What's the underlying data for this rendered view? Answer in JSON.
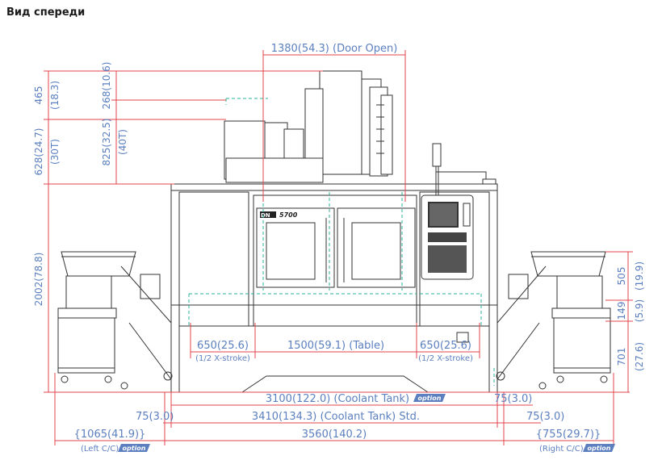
{
  "title": "Вид спереди",
  "brand": {
    "logo": "DN",
    "model": "5700"
  },
  "badge": "option",
  "colors": {
    "dimension_text": "#5b7fbf",
    "dimension_line": "#e0454f",
    "outline": "#333333",
    "clearance_dashed": "#2bb39a",
    "badge_bg": "#5b7fbf"
  },
  "dims": {
    "door_open": "1380(54.3) (Door Open)",
    "h_465": "465",
    "h_18_3": "(18.3)",
    "h_268": "268(10.6)",
    "h_628": "628(24.7)",
    "h_30t": "(30T)",
    "h_825": "825(32.5)",
    "h_40t": "(40T)",
    "h_2002": "2002(78.8)",
    "h_505": "505",
    "h_19_9": "(19.9)",
    "h_149": "149",
    "h_5_9": "(5.9)",
    "h_701": "701",
    "h_27_6": "(27.6)",
    "x_left": "650(25.6)",
    "x_left_sub": "(1/2 X-stroke)",
    "table": "1500(59.1) (Table)",
    "x_right": "650(25.6)",
    "x_right_sub": "(1/2 X-stroke)",
    "coolant_option": "3100(122.0) (Coolant Tank)",
    "c75_right_a": "75(3.0)",
    "c75_left": "75(3.0)",
    "coolant_std": "3410(134.3) (Coolant Tank)  Std.",
    "c75_right_b": "75(3.0)",
    "left_cc": "{1065(41.9)}",
    "left_cc_sub": "(Left C/C)",
    "overall": "3560(140.2)",
    "right_cc": "{755(29.7)}",
    "right_cc_sub": "(Right C/C)"
  }
}
